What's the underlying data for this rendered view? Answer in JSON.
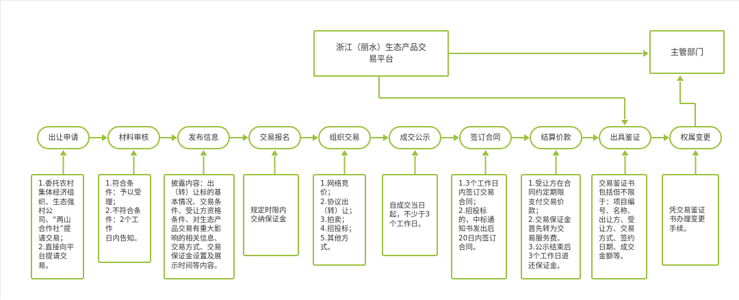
{
  "platform": {
    "label": "浙江（丽水）生态产品交\n易平台"
  },
  "authority": {
    "label": "主管部门"
  },
  "steps": [
    {
      "label": "出让申请",
      "detail": "1.委托农村\n集体经济组\n织、生态强\n村公\n司、“两山\n合作社”提\n请交易；\n2.直接向平\n台提请交\n易。"
    },
    {
      "label": "材料审核",
      "detail": "1.符合条\n件：予以受\n理；\n2.不符合条\n件：2个工作\n日内告知。"
    },
    {
      "label": "发布信息",
      "detail": "披露内容：出\n（转）让标的基\n本情况、交易条\n件、受让方资格\n条件、对生态产\n品交易有重大影\n响的相关信息、\n交易方式、交易\n保证金设置及展\n示时间等内容。"
    },
    {
      "label": "交易报名",
      "detail": "规定时限内\n交纳保证金"
    },
    {
      "label": "组织交易",
      "detail": "1.网络竞\n价；\n2.协议出\n（转）让；\n3.拍卖；\n4.招投标；\n5.其他方\n式。"
    },
    {
      "label": "成交公示",
      "detail": "自成交当日\n起，不少于3\n个工作日。"
    },
    {
      "label": "签订合同",
      "detail": "1.3个工作日\n内签订交易\n合同；\n2.招投标\n的，中标通\n知书发出后\n20日内签订\n合同。"
    },
    {
      "label": "结算价款",
      "detail": "1.受让方在合\n同约定期限\n支付交易价\n款；\n2.交易保证金\n首先转为交\n易服务费。\n3.公示结束后\n3个工作日退\n还保证金。"
    },
    {
      "label": "出具鉴证",
      "detail": "交易鉴证书\n包括但不限\n于：项目编\n号、名称、\n出让方、受\n让方、交易\n方式、签约\n日期、成交\n金额等。"
    },
    {
      "label": "权属变更",
      "detail": "凭交易鉴证\n书办理变更\n手续。"
    }
  ],
  "colors": {
    "stroke": "#9bc13c",
    "text": "#333333",
    "background": "#ffffff"
  }
}
